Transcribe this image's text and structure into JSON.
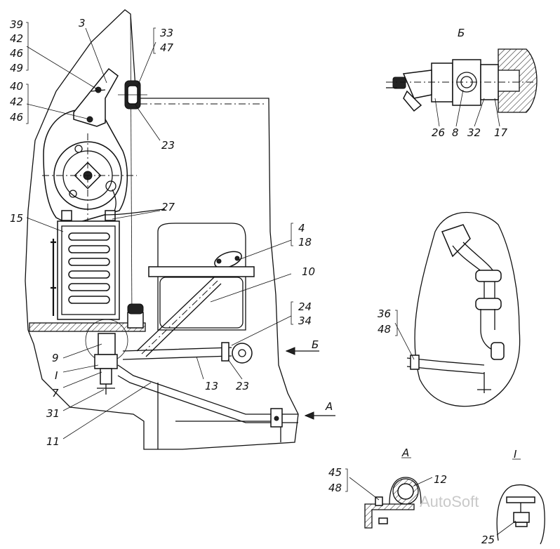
{
  "callouts": {
    "c3": "3",
    "c39": "39",
    "c42a": "42",
    "c46a": "46",
    "c49": "49",
    "c40": "40",
    "c42b": "42",
    "c46b": "46",
    "c33": "33",
    "c47": "47",
    "c23a": "23",
    "c27": "27",
    "c15": "15",
    "c4": "4",
    "c18": "18",
    "c10": "10",
    "c24": "24",
    "c34": "34",
    "c9": "9",
    "cI": "I",
    "c7": "7",
    "c31": "31",
    "c13": "13",
    "c23b": "23",
    "c11": "11",
    "c26": "26",
    "c8": "8",
    "c32": "32",
    "c17": "17",
    "c36": "36",
    "c48a": "48",
    "c45": "45",
    "c48b": "48",
    "c12": "12",
    "c25": "25"
  },
  "views": {
    "b_top": "Б",
    "b_arrow": "Б",
    "a_arrow": "А",
    "a_detail": "А",
    "i_detail": "I"
  },
  "watermark": "AutoSoft"
}
